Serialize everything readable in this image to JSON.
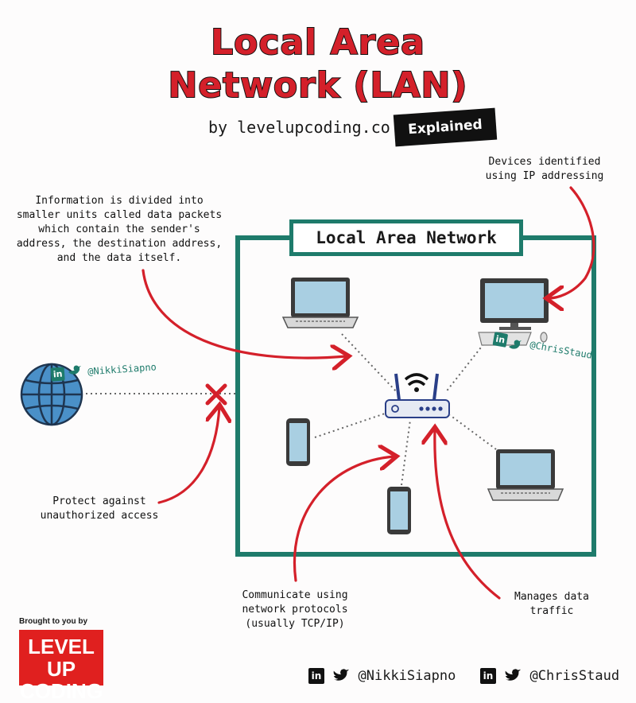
{
  "header": {
    "title_line1": "Local Area",
    "title_line2": "Network (LAN)",
    "byline": "by levelupcoding.co",
    "badge": "Explained"
  },
  "lan": {
    "title": "Local Area Network"
  },
  "annotations": {
    "packets": [
      "Information is divided into",
      "smaller units called data packets",
      "which contain the sender's",
      "address, the destination address,",
      "and the data itself."
    ],
    "ip": [
      "Devices identified",
      "using IP addressing"
    ],
    "protect": [
      "Protect against",
      "unauthorized access"
    ],
    "protocols": [
      "Communicate using",
      "network protocols",
      "(usually TCP/IP)"
    ],
    "traffic": [
      "Manages data",
      "traffic"
    ]
  },
  "handles": {
    "globe": "@NikkiSiapno",
    "desktop": "@ChrisStaud"
  },
  "branding": {
    "brought": "Brought to you by",
    "logo_line1": "LEVEL UP",
    "logo_line2": "CODING"
  },
  "footer": {
    "handle1": "@NikkiSiapno",
    "handle2": "@ChrisStaud",
    "linkedin_glyph": "in"
  },
  "colors": {
    "accent_red": "#d4202a",
    "teal": "#1e7b6b",
    "device_blue": "#a9cfe2"
  }
}
